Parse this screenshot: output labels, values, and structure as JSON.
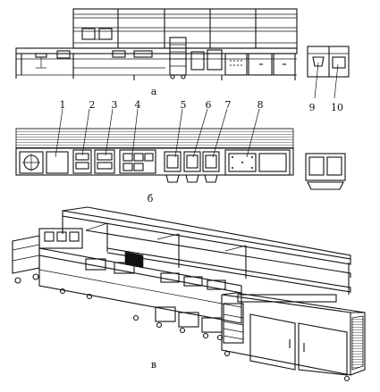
{
  "views": {
    "top_label": "а",
    "middle_label": "б",
    "bottom_label": "в"
  },
  "callouts": [
    "1",
    "2",
    "3",
    "4",
    "5",
    "6",
    "7",
    "8",
    "9",
    "10"
  ]
}
